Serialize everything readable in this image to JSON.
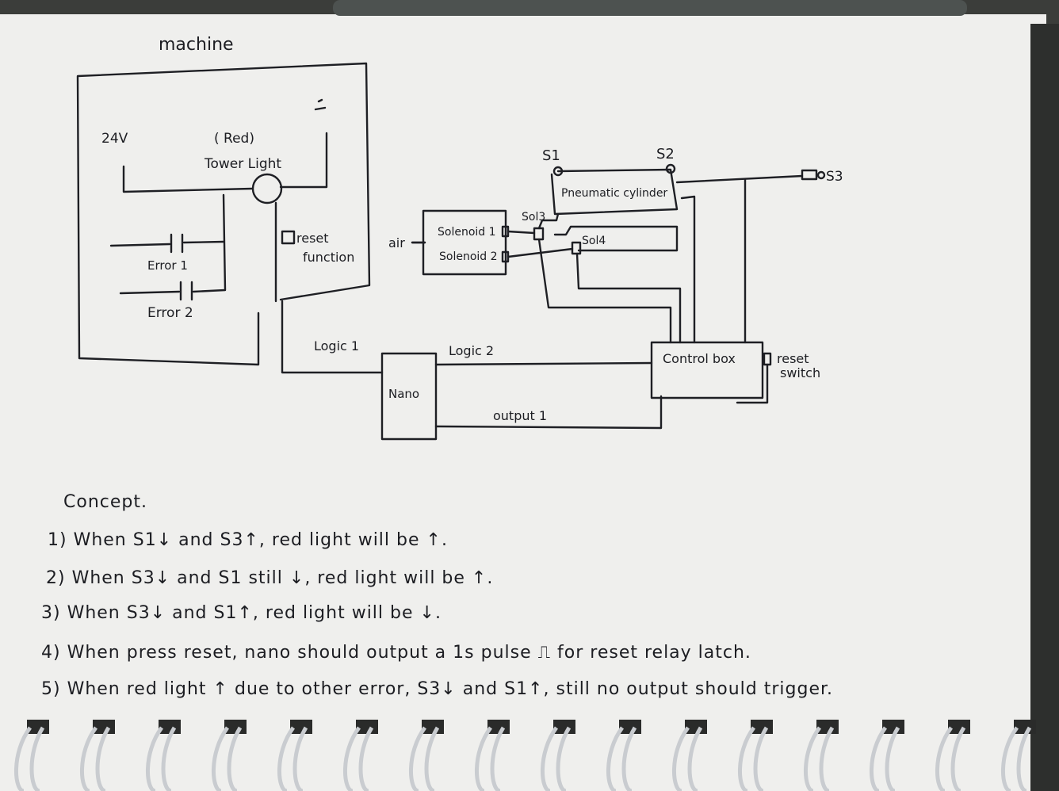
{
  "diagram": {
    "machine_label": "machine",
    "voltage_label": "24V",
    "tower_light_color": "( Red)",
    "tower_light_label": "Tower Light",
    "error1_label": "Error 1",
    "error2_label": "Error 2",
    "reset_function_line1": "reset",
    "reset_function_line2": "function",
    "air_label": "air",
    "solenoid1_label": "Solenoid 1",
    "solenoid2_label": "Solenoid 2",
    "sol3_label": "Sol3",
    "sol4_label": "Sol4",
    "s1_label": "S1",
    "s2_label": "S2",
    "s3_label": "S3",
    "cylinder_label": "Pneumatic cylinder",
    "logic1_label": "Logic 1",
    "logic2_label": "Logic 2",
    "nano_label": "Nano",
    "output1_label": "output 1",
    "control_box_label": "Control box",
    "reset_switch_line1": "reset",
    "reset_switch_line2": "switch"
  },
  "concept": {
    "heading": "Concept.",
    "items": [
      "1) When S1↓ and S3↑, red light will be ↑.",
      "2) When S3↓ and S1 still ↓, red light will be ↑.",
      "3) When S3↓ and S1↑, red light will be ↓.",
      "4) When press reset, nano should output a 1s pulse ⎍ for reset relay latch.",
      "5) When red light ↑ due to other error, S3↓ and S1↑, still no output should trigger."
    ]
  },
  "colors": {
    "paper": "#efefed",
    "ink": "#1e1f24",
    "background": "#3b3d3a",
    "binding_ring": "#c9ccd0"
  }
}
